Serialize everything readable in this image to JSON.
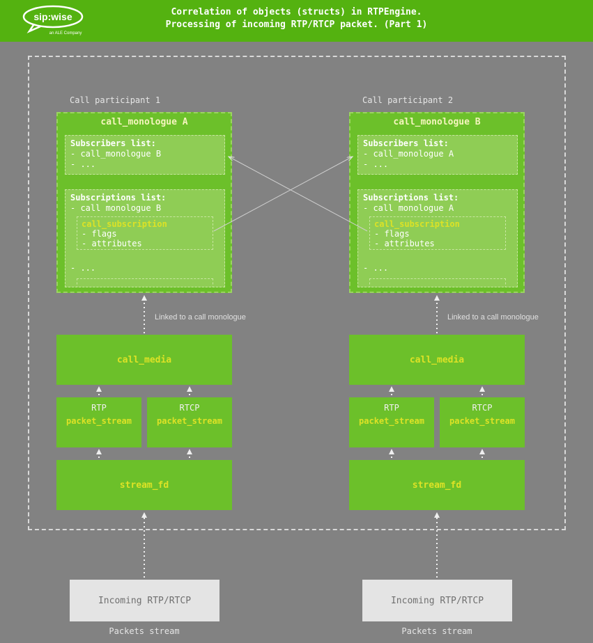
{
  "header": {
    "logo_brand": "sip:wise",
    "logo_sub": "an ALE Company",
    "title_line1": "Correlation of objects (structs) in RTPEngine.",
    "title_line2": "Processing of incoming RTP/RTCP packet. (Part 1)"
  },
  "colors": {
    "header_green": "#54b210",
    "box_green": "#6cc02a",
    "inner_green": "#8fcd55",
    "accent_yellow": "#dde226",
    "background_gray": "#828282",
    "incoming_gray": "#e4e4e4"
  },
  "diagram": {
    "participants": [
      {
        "label": "Call participant 1",
        "monologue_title": "call_monologue A",
        "subscribers_heading": "Subscribers list:",
        "subscribers_item": "- call_monologue B",
        "subscribers_more": "- ...",
        "subscriptions_heading": "Subscriptions list:",
        "subscriptions_item": "- call monologue B",
        "subscription_title": "call_subscription",
        "subscription_flags": "- flags",
        "subscription_attributes": "- attributes",
        "subscriptions_more": "- ...",
        "linked_label": "Linked to a call monologue",
        "call_media_title": "call_media",
        "rtp_label": "RTP",
        "rtcp_label": "RTCP",
        "packet_stream_title": "packet_stream",
        "stream_fd_title": "stream_fd",
        "incoming_label": "Incoming RTP/RTCP",
        "packets_label": "Packets stream"
      },
      {
        "label": "Call participant 2",
        "monologue_title": "call_monologue B",
        "subscribers_heading": "Subscribers list:",
        "subscribers_item": "- call_monologue A",
        "subscribers_more": "- ...",
        "subscriptions_heading": "Subscriptions list:",
        "subscriptions_item": "- call monologue A",
        "subscription_title": "call_subscription",
        "subscription_flags": "- flags",
        "subscription_attributes": "- attributes",
        "subscriptions_more": "- ...",
        "linked_label": "Linked to a call monologue",
        "call_media_title": "call_media",
        "rtp_label": "RTP",
        "rtcp_label": "RTCP",
        "packet_stream_title": "packet_stream",
        "stream_fd_title": "stream_fd",
        "incoming_label": "Incoming RTP/RTCP",
        "packets_label": "Packets stream"
      }
    ]
  }
}
